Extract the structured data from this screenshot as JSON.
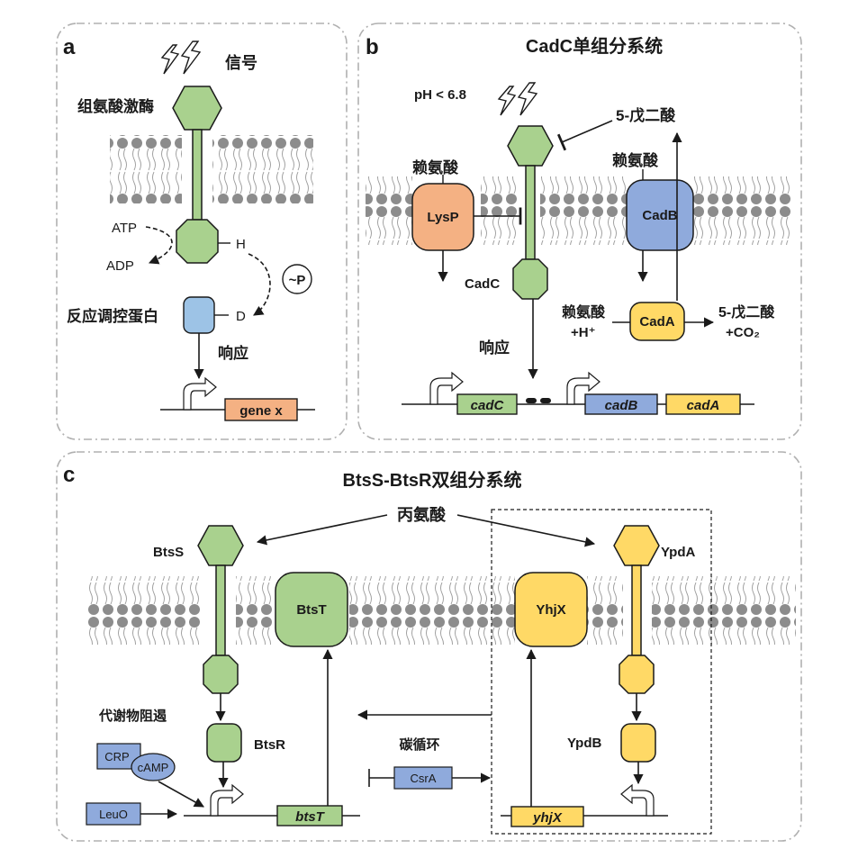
{
  "panel_a": {
    "letter": "a",
    "signal": "信号",
    "kinase": "组氨酸激酶",
    "atp": "ATP",
    "adp": "ADP",
    "h": "H",
    "p": "~P",
    "rr": "反应调控蛋白",
    "d": "D",
    "response": "响应",
    "gene": "gene x"
  },
  "panel_b": {
    "letter": "b",
    "title": "CadC单组分系统",
    "ph": "pH < 6.8",
    "cadaverine_top": "5-戊二酸",
    "lysine_left": "赖氨酸",
    "lysine_right": "赖氨酸",
    "lysp": "LysP",
    "cadb": "CadB",
    "cadc": "CadC",
    "lysine_bottom": "赖氨酸",
    "h_plus": "+H⁺",
    "cada": "CadA",
    "product": "5-戊二酸",
    "co2": "+CO₂",
    "response": "响应",
    "genes": [
      "cadC",
      "cadB",
      "cadA"
    ]
  },
  "panel_c": {
    "letter": "c",
    "title": "BtsS-BtsR双组分系统",
    "pyruvate": "丙氨酸",
    "btss": "BtsS",
    "btst": "BtsT",
    "yhjx": "YhjX",
    "ypda": "YpdA",
    "btsr": "BtsR",
    "ypdb": "YpdB",
    "catabolite": "代谢物阻遏",
    "crp": "CRP",
    "camp": "cAMP",
    "leuo": "LeuO",
    "carbon": "碳循环",
    "csra": "CsrA",
    "gene_btst": "btsT",
    "gene_yhjx": "yhjX"
  },
  "colors": {
    "green": "#a9d18e",
    "orange": "#f4b183",
    "blue": "#8faadc",
    "lightblue": "#9dc3e6",
    "yellow": "#ffd966",
    "lipid": "#808080"
  }
}
